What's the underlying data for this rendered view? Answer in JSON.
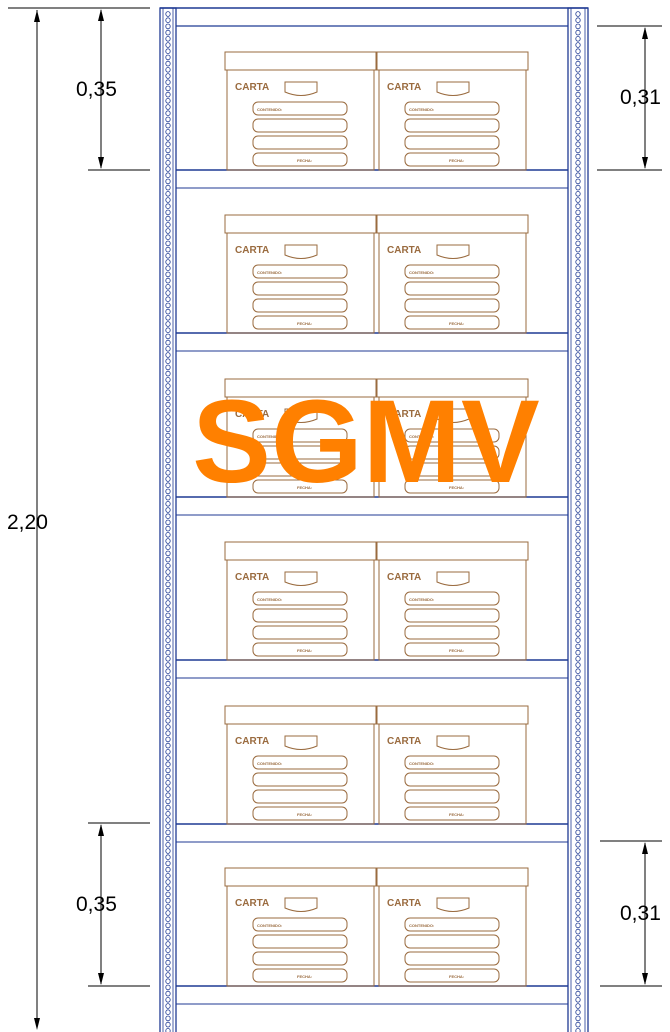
{
  "dimensions": {
    "total_height": "2,20",
    "top_left": "0,35",
    "top_right": "0,31",
    "bottom_left": "0,35",
    "bottom_right": "0,31"
  },
  "box_labels": {
    "brand": "CARTA",
    "contents": "CONTENIDO:",
    "date": "FECHA:"
  },
  "shelf_levels": 6,
  "boxes_per_shelf": 2,
  "watermark": "SGMV",
  "colors": {
    "shelf_frame": "#1f3a93",
    "box_outline": "#9a6b3f",
    "watermark": "#ff8000",
    "dimension_lines": "#000000"
  }
}
